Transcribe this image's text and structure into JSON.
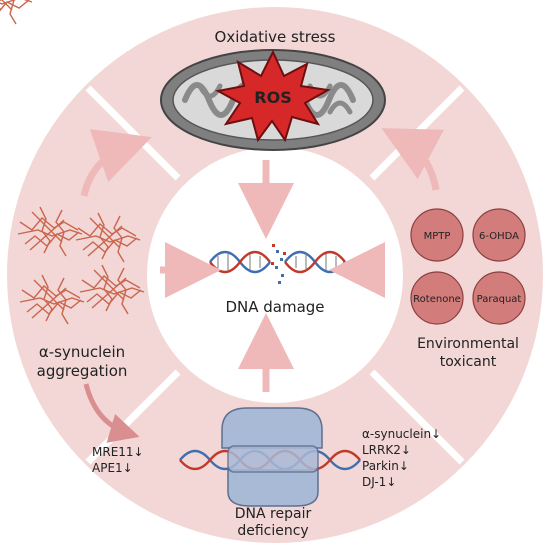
{
  "title_top": "Oxidative stress",
  "ros_label": "ROS",
  "center": {
    "label": "DNA damage"
  },
  "left": {
    "line1": "α-synuclein",
    "line2": "aggregation"
  },
  "right": {
    "toxicants": [
      "MPTP",
      "6-OHDA",
      "Rotenone",
      "Paraquat"
    ],
    "line1": "Environmental",
    "line2": "toxicant"
  },
  "bottom": {
    "label_line1": "DNA repair",
    "label_line2": "deficiency",
    "left_items": [
      "MRE11↓",
      "APE1↓"
    ],
    "right_items": [
      "α-synuclein↓",
      "LRRK2↓",
      "Parkin↓",
      "DJ-1↓"
    ]
  },
  "colors": {
    "ring_fill": "#f3d7d7",
    "segment_fill": "#f7e1e1",
    "arrow": "#efb9b9",
    "toxicant_circle": "#d27c7c",
    "helix_blue": "#3f6fb0",
    "helix_red": "#c0392b",
    "ros_star": "#d62828",
    "mito_outer": "#8f8f8f",
    "repair_protein": "#a9bad6",
    "fibril": "#c8664e"
  },
  "icons": [
    "mitochondrion-icon",
    "ros-star-icon",
    "dna-helix-icon",
    "repair-protein-icon",
    "synuclein-fibril-icon"
  ]
}
